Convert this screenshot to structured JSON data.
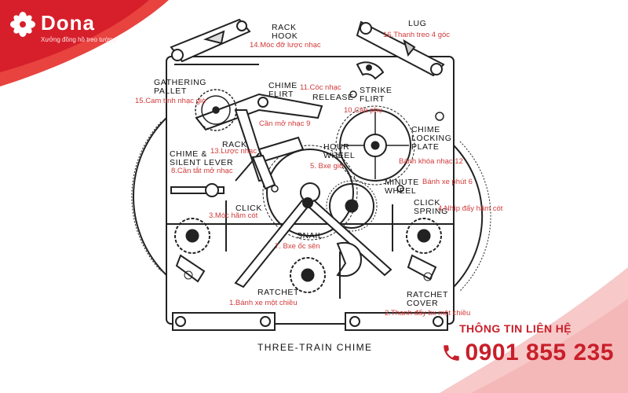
{
  "brand": {
    "name": "Dona",
    "tagline": "Xưởng đồng hồ treo tường",
    "color": "#d61f2b"
  },
  "diagram": {
    "caption": "THREE-TRAIN CHIME",
    "labels_en": {
      "rack_hook": "RACK\nHOOK",
      "lug": "LUG",
      "gathering_pallet": "GATHERING\nPALLET",
      "chime_flirt": "CHIME\nFLIRT",
      "release": "RELEASE",
      "strike_flirt": "STRIKE\nFLIRT",
      "chime_locking_plate": "CHIME\nLOCKING\nPLATE",
      "rack": "RACK",
      "hour_wheel": "HOUR\nWHEEL",
      "chime_silent_lever": "CHIME &\nSILENT LEVER",
      "minute_wheel": "MINUTE\nWHEEL",
      "click_left": "CLICK",
      "click_spring": "CLICK\nSPRING",
      "snail": "SNAIL",
      "ratchet": "RATCHET",
      "ratchet_cover": "RATCHET\nCOVER"
    },
    "labels_vi": {
      "l14": "14.Móc đỡ lược nhạc",
      "l16": "16.Thanh treo 4 góc",
      "l11": "11.Cóc nhạc",
      "l15": "15.Cam tính nhạc giờ",
      "l10": "10.Cần phụ",
      "l9": "Cần mở nhạc 9",
      "l13": "13.Lược nhạc",
      "l12": "Bánh khóa nhạc 12",
      "l5": "5. Bxe giờ",
      "l8": "8.Cần tắt mở nhạc",
      "l6": "Bánh xe phút 6",
      "l3": "3.Móc hãm cót",
      "l4": "4.Nhíp đẩy hãm cót",
      "l7": "7. Bxe ốc sên",
      "l1": "1.Bánh xe một chiều",
      "l2": "2.Thanh đẩy bx một chiều"
    }
  },
  "contact": {
    "title": "THÔNG TIN LIÊN HỆ",
    "phone": "0901 855 235",
    "color": "#c81f2a"
  }
}
